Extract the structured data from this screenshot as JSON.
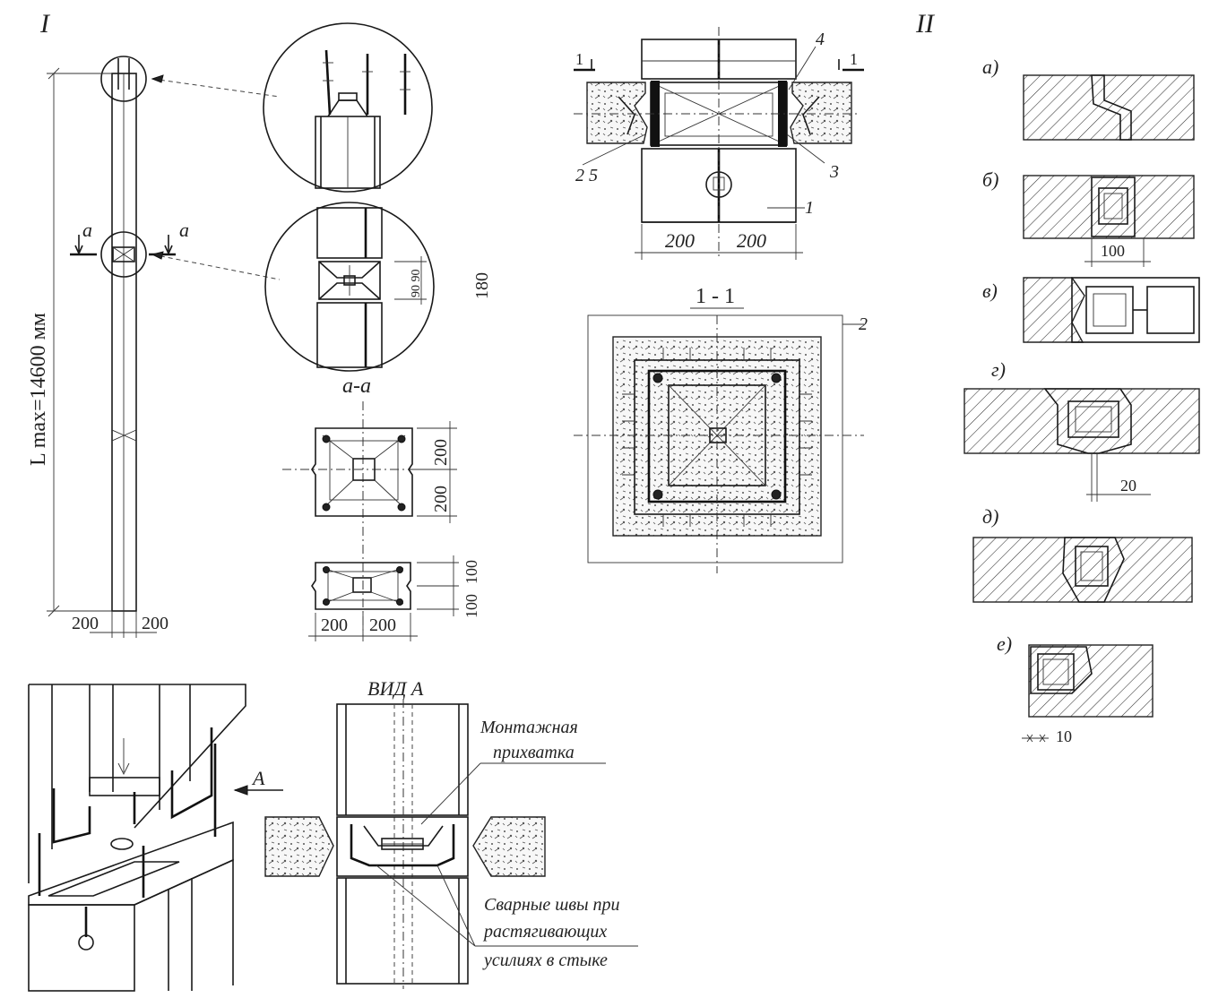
{
  "part_labels": {
    "part1": "I",
    "part2": "II"
  },
  "column": {
    "length_label": "L max=14600 мм",
    "dim_left": "200",
    "dim_right": "200",
    "section_mark_left": "a",
    "section_mark_right": "a"
  },
  "detail_callout": {
    "dim_90": "90 90",
    "dim_180": "180"
  },
  "section_aa": {
    "title": "a-a",
    "dim_200_top": "200",
    "dim_200_bottom": "200",
    "dim_100_top": "100",
    "dim_100_bottom": "100",
    "dim_200_left": "200",
    "dim_200_right": "200"
  },
  "joint_elevation": {
    "mark_1_left": "1",
    "mark_1_right": "1",
    "callout_1": "1",
    "callout_2_5": "2  5",
    "callout_3": "3",
    "callout_4": "4",
    "dim_left": "200",
    "dim_right": "200"
  },
  "section_11": {
    "title": "1 - 1",
    "callout_2": "2"
  },
  "joint_types": {
    "a": "а)",
    "b": "б)",
    "c": "в)",
    "d": "г)",
    "e": "д)",
    "f": "е)",
    "dim_100": "100",
    "dim_20": "20",
    "dim_10": "10"
  },
  "assembly": {
    "view_arrow": "A"
  },
  "view_a": {
    "title": "ВИД  А",
    "note_tack_1": "Монтажная",
    "note_tack_2": "прихватка",
    "note_weld_1": "Сварные швы при",
    "note_weld_2": "растягивающих",
    "note_weld_3": "усилиях в стыке"
  }
}
